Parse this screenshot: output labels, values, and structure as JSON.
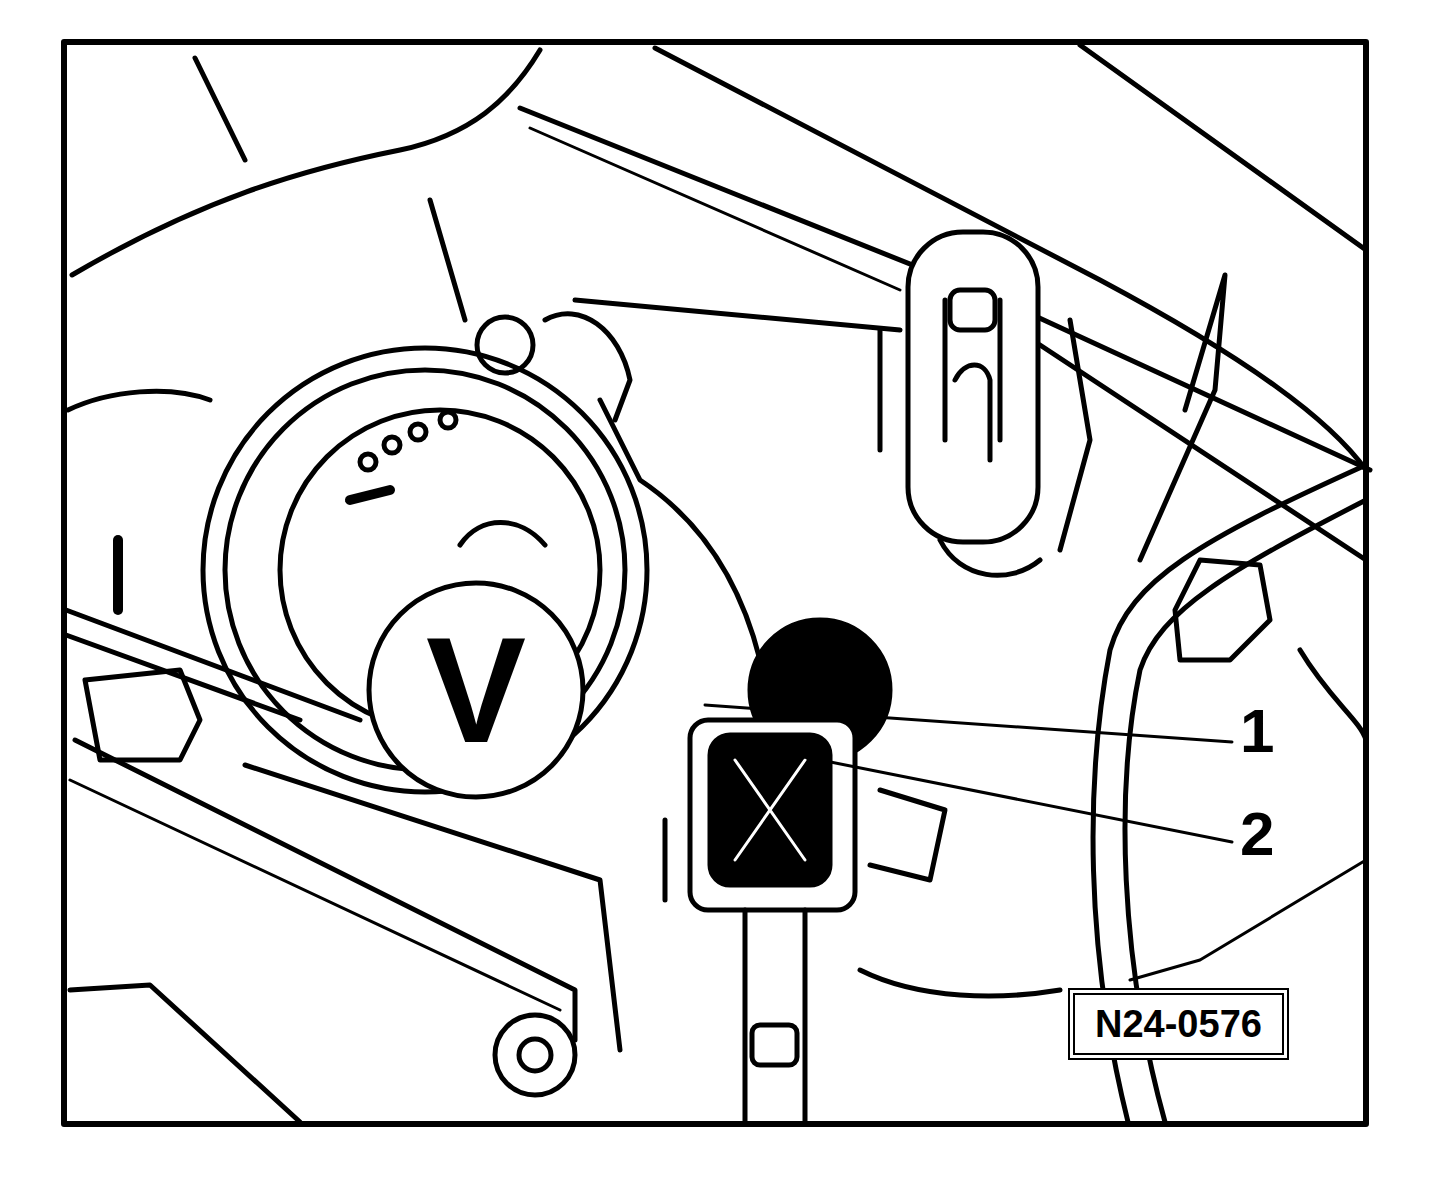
{
  "diagram": {
    "nodes": [
      {
        "text": [
          "V"
        ]
      },
      {
        "text": [
          "N24-0576"
        ]
      }
    ],
    "labels": [
      "1",
      "2"
    ]
  }
}
